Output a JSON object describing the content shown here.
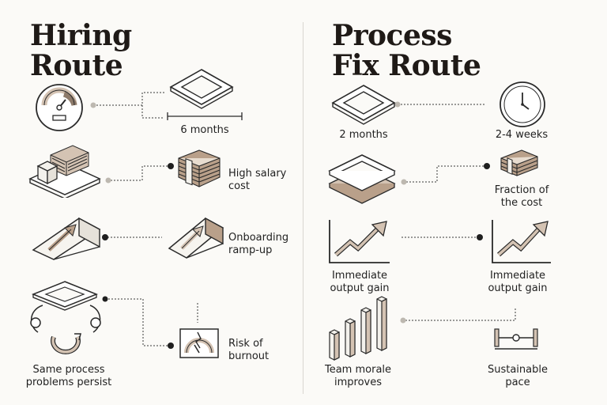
{
  "left": {
    "title_line1": "Hiring",
    "title_line2": "Route",
    "labels": {
      "duration": "6 months",
      "salary": "High salary cost",
      "onboarding": "Onboarding ramp-up",
      "burnout": "Risk of burnout",
      "process": "Same process problems persist"
    }
  },
  "right": {
    "title_line1": "Process",
    "title_line2": "Fix Route",
    "labels": {
      "duration_a": "2 months",
      "duration_b": "2-4 weeks",
      "cost": "Fraction of the cost",
      "output_a": "Immediate output gain",
      "output_b": "Immediate output gain",
      "morale": "Team morale improves",
      "pace": "Sustainable pace"
    }
  },
  "colors": {
    "ink": "#2a2a2a",
    "tan": "#d4c3b3",
    "tan_dark": "#b9a08a",
    "fill_light": "#f3f1ec",
    "dot_gray": "#bdb8b0",
    "divider": "#d9d6d0"
  }
}
